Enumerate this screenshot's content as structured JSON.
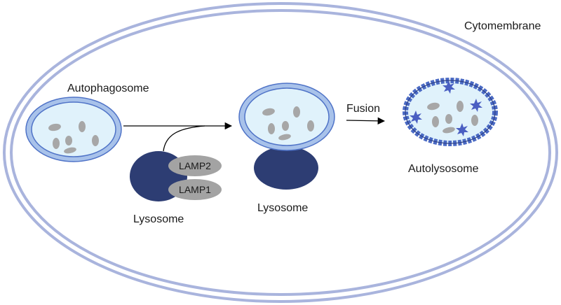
{
  "labels": {
    "cytomembrane": "Cytomembrane",
    "autophagosome": "Autophagosome",
    "lysosome_left": "Lysosome",
    "lamp2": "LAMP2",
    "lamp1": "LAMP1",
    "lysosome_middle": "Lysosome",
    "fusion": "Fusion",
    "autolysosome": "Autolysosome"
  },
  "colors": {
    "membrane": "#a9b4dd",
    "vesicle_outer": "#a8c2ea",
    "vesicle_stroke": "#4f73c7",
    "vesicle_inner": "#e0f2fb",
    "cargo": "#a7a7a7",
    "lysosome": "#2d3d73",
    "lamp": "#a3a3a3",
    "autolysosome_ring": "#4a6ac4",
    "enzyme": "#4a5fc2"
  }
}
